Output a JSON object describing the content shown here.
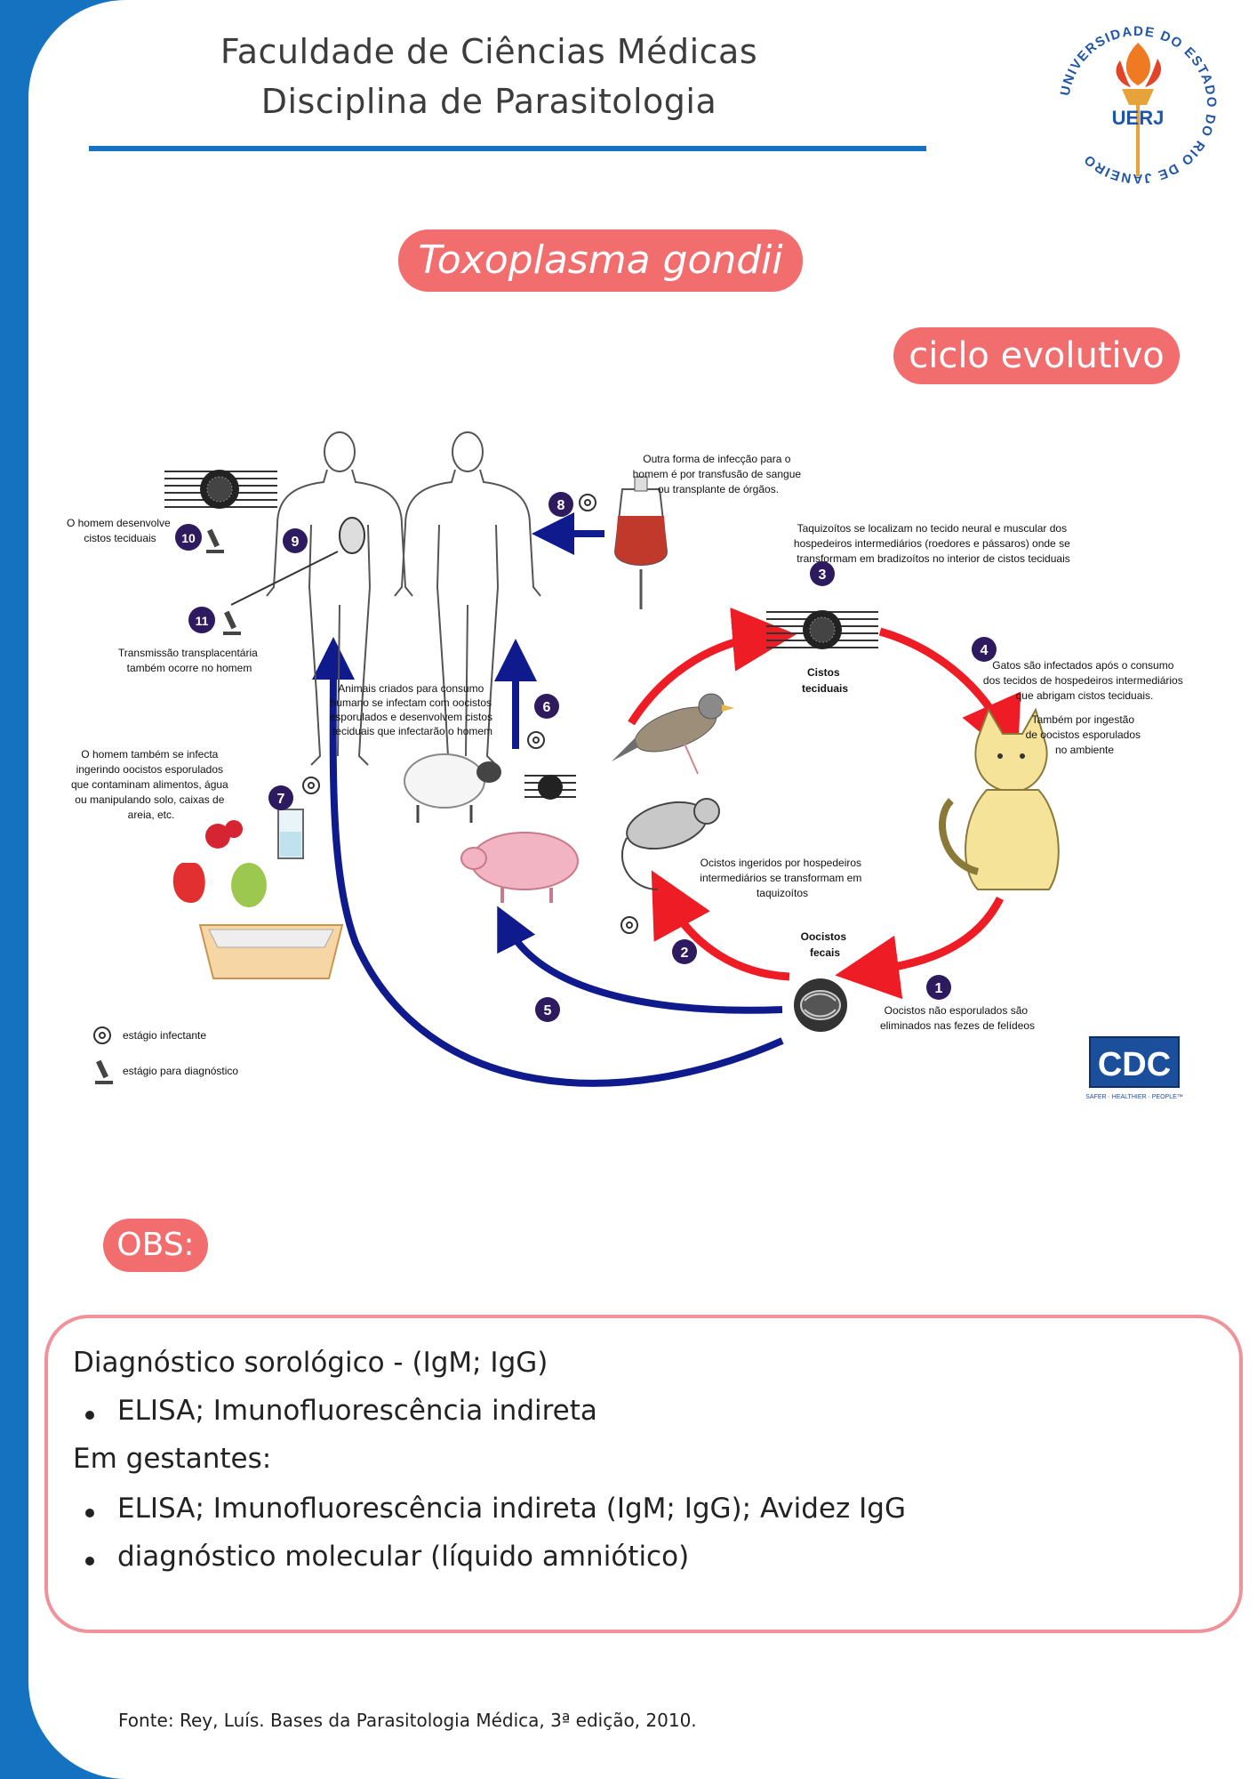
{
  "header": {
    "line1": "Faculdade de Ciências Médicas",
    "line2": "Disciplina de Parasitologia",
    "logo_text": "UERJ",
    "logo_ring_text": "UNIVERSIDADE DO ESTADO DO RIO DE JANEIRO"
  },
  "title": "Toxoplasma gondii",
  "section_label": "ciclo evolutivo",
  "diagram": {
    "steps": [
      "1",
      "2",
      "3",
      "4",
      "5",
      "6",
      "7",
      "8",
      "9",
      "10",
      "11"
    ],
    "labels": {
      "cistos": [
        "Cistos",
        "teciduais"
      ],
      "oocistos": [
        "Oocistos",
        "fecais"
      ],
      "step1": [
        "Oocistos não esporulados são",
        "eliminados nas fezes de felídeos"
      ],
      "step2": [
        "Ocistos ingeridos por hospedeiros",
        "intermediários se transformam em",
        "taquizoítos"
      ],
      "step3": [
        "Taquizoítos se localizam no tecido neural e muscular dos",
        "hospedeiros intermediários (roedores e pássaros) onde se",
        "transformam em bradizoítos no interior de cistos teciduais"
      ],
      "step4": [
        "Gatos são infectados após o consumo",
        "dos tecidos de hospedeiros intermediários",
        "que abrigam cistos teciduais."
      ],
      "step4b": [
        "Também por ingestão",
        "de oocistos esporulados",
        "no ambiente"
      ],
      "step6": [
        "Animais criados para consumo",
        "humano se infectam com oocistos",
        "esporulados e desenvolvem cistos",
        "teciduais que infectarão o homem"
      ],
      "step7": [
        "O homem também se infecta",
        "ingerindo oocistos esporulados",
        "que contaminam alimentos, água",
        "ou manipulando solo, caixas de",
        "areia, etc."
      ],
      "step8": [
        "Outra forma de infecção para o",
        "homem é por transfusão de sangue",
        "ou transplante de órgãos."
      ],
      "step10": [
        "O homem desenvolve",
        "cistos teciduais"
      ],
      "step11": [
        "Transmissão transplacentária",
        "também ocorre no homem"
      ]
    },
    "legend": {
      "infective": "estágio infectante",
      "diagnostic": "estágio para diagnóstico"
    },
    "cdc_logo": "CDC",
    "cdc_tagline": "SAFER · HEALTHIER · PEOPLE™",
    "colors": {
      "red_arrow": "#ee1c24",
      "blue_arrow": "#0f1b8c",
      "step_circle": "#2e1a5e"
    }
  },
  "obs_label": "OBS:",
  "obs": {
    "line1": "Diagnóstico sorológico - (IgM; IgG)",
    "bullet1": "ELISA; Imunofluorescência indireta",
    "line2": "Em gestantes:",
    "bullet2": "ELISA; Imunofluorescência indireta (IgM; IgG); Avidez IgG",
    "bullet3": "diagnóstico  molecular (líquido amniótico)"
  },
  "source": "Fonte: Rey, Luís. Bases da Parasitologia Médica, 3ª edição, 2010."
}
